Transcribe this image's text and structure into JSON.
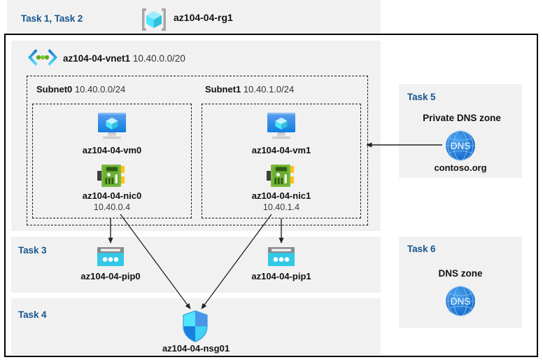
{
  "diagram": {
    "title": "Azure AZ-104 Lab 04 architecture diagram",
    "colors": {
      "task_label": "#16558f",
      "panel_background": "#f1f1f1",
      "page_background": "#ffffff",
      "frame_border": "#000000",
      "dashed_border": "#1a1a1a",
      "arrow": "#222222",
      "dns_blue": "#1f77d0",
      "nic_green": "#6cb33f",
      "pip_cyan": "#32c8e6",
      "vm_blue": "#1f7fe0"
    }
  },
  "header": {
    "task_label": "Task 1, Task 2",
    "resource_group_name": "az104-04-rg1",
    "resource_group_icon": "resource-group-cube-icon"
  },
  "vnet": {
    "name": "az104-04-vnet1",
    "address_space": "10.40.0.0/20",
    "icon": "virtual-network-icon"
  },
  "subnets": [
    {
      "label": "Subnet0",
      "cidr": "10.40.0.0/24",
      "vm": {
        "name": "az104-04-vm0",
        "icon": "virtual-machine-icon"
      },
      "nic": {
        "name": "az104-04-nic0",
        "ip": "10.40.0.4",
        "icon": "network-interface-icon"
      }
    },
    {
      "label": "Subnet1",
      "cidr": "10.40.1.0/24",
      "vm": {
        "name": "az104-04-vm1",
        "icon": "virtual-machine-icon"
      },
      "nic": {
        "name": "az104-04-nic1",
        "ip": "10.40.1.4",
        "icon": "network-interface-icon"
      }
    }
  ],
  "task3": {
    "task_label": "Task 3",
    "public_ips": [
      {
        "name": "az104-04-pip0",
        "icon": "public-ip-address-icon"
      },
      {
        "name": "az104-04-pip1",
        "icon": "public-ip-address-icon"
      }
    ]
  },
  "task4": {
    "task_label": "Task 4",
    "nsg": {
      "name": "az104-04-nsg01",
      "icon": "network-security-group-shield-icon"
    }
  },
  "task5": {
    "task_label": "Task 5",
    "zone_type": "Private DNS zone",
    "zone_name": "contoso.org",
    "icon": "dns-globe-icon"
  },
  "task6": {
    "task_label": "Task 6",
    "zone_type": "DNS zone",
    "zone_name": "",
    "icon": "dns-globe-icon"
  },
  "connections": [
    {
      "from": "az104-04-nic0",
      "to": "az104-04-pip0",
      "style": "arrow-down"
    },
    {
      "from": "az104-04-nic1",
      "to": "az104-04-pip1",
      "style": "arrow-down"
    },
    {
      "from": "az104-04-nic0",
      "to": "az104-04-nsg01",
      "style": "arrow-diagonal"
    },
    {
      "from": "az104-04-nic1",
      "to": "az104-04-nsg01",
      "style": "arrow-diagonal"
    },
    {
      "from": "contoso.org",
      "to": "Subnet1",
      "style": "arrow-left"
    }
  ]
}
